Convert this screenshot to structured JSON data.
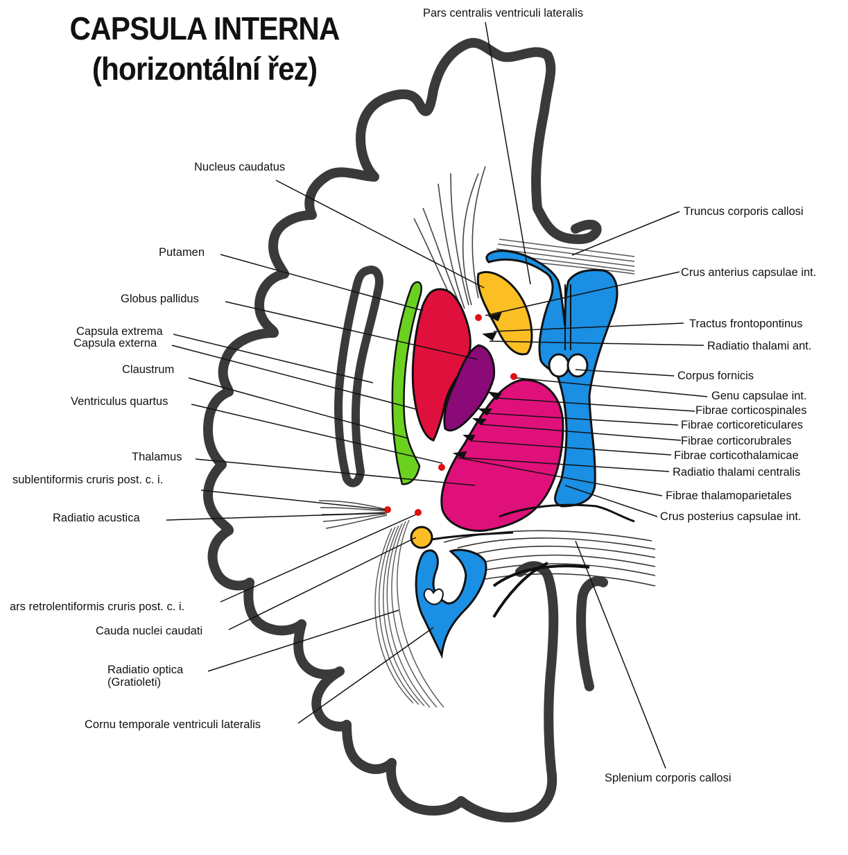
{
  "title": {
    "line1": "CAPSULA INTERNA",
    "line2": "(horizontální řez)"
  },
  "labels": {
    "pars_centralis": "Pars centralis ventriculi lateralis",
    "nucleus_caudatus": "Nucleus caudatus",
    "truncus": "Truncus corporis callosi",
    "putamen": "Putamen",
    "crus_anterius": "Crus anterius capsulae int.",
    "globus_pallidus": "Globus pallidus",
    "tractus_frontopontinus": "Tractus frontopontinus",
    "capsula_extrema": "Capsula extrema",
    "radiatio_thalami_ant": "Radiatio thalami ant.",
    "capsula_externa": "Capsula externa",
    "corpus_fornicis": "Corpus fornicis",
    "claustrum": "Claustrum",
    "genu": "Genu capsulae int.",
    "ventriculus_quartus": "Ventriculus quartus",
    "fibrae_corticospinales": "Fibrae corticospinales",
    "fibrae_corticoreticulares": "Fibrae corticoreticulares",
    "fibrae_corticorubrales": "Fibrae corticorubrales",
    "thalamus": "Thalamus",
    "fibrae_corticothalamicae": "Fibrae corticothalamicae",
    "sublentiformis": "sublentiformis cruris post. c. i.",
    "radiatio_thalami_centralis": "Radiatio thalami centralis",
    "fibrae_thalamoparietales": "Fibrae thalamoparietales",
    "radiatio_acustica": "Radiatio acustica",
    "crus_posterius": "Crus posterius capsulae int.",
    "retrolentiformis": "ars retrolentiformis cruris post. c. i.",
    "cauda_nuclei_caudati": "Cauda nuclei caudati",
    "radiatio_optica": "Radiatio optica",
    "radiatio_optica_sub": "(Gratioleti)",
    "cornu_temporale": "Cornu temporale ventriculi lateralis",
    "splenium": "Splenium corporis callosi"
  },
  "colors": {
    "outline": "#3a3a3a",
    "ventricle_blue": "#1a8fe3",
    "caudate_yellow": "#fbbf24",
    "putamen_red": "#e0103c",
    "globus_purple": "#8a0a78",
    "thalamus_magenta": "#e0107a",
    "claustrum_green": "#6bd11f",
    "dot_red": "#e01010"
  }
}
